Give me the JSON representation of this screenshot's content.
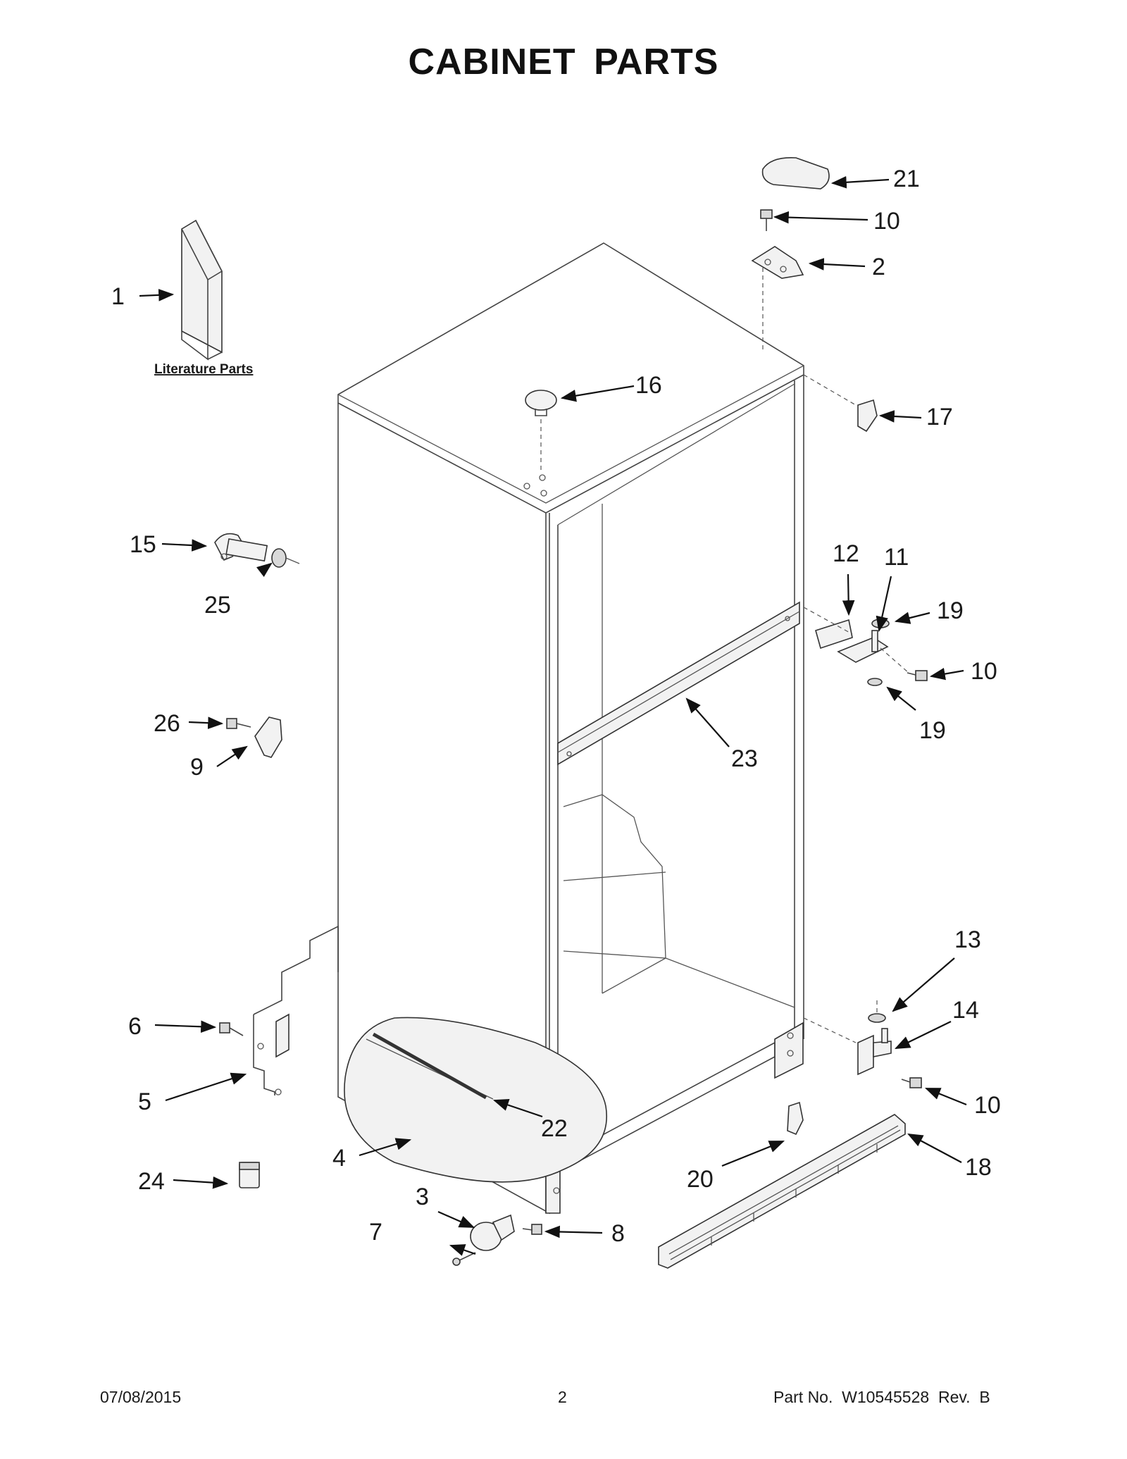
{
  "title": "CABINET PARTS",
  "literature_label": "Literature Parts",
  "callouts": {
    "c1": "1",
    "c2": "2",
    "c3": "3",
    "c4": "4",
    "c5": "5",
    "c6": "6",
    "c7": "7",
    "c8": "8",
    "c9": "9",
    "c10a": "10",
    "c10b": "10",
    "c10c": "10",
    "c11": "11",
    "c12": "12",
    "c13": "13",
    "c14": "14",
    "c15": "15",
    "c16": "16",
    "c17": "17",
    "c18": "18",
    "c19a": "19",
    "c19b": "19",
    "c20": "20",
    "c21": "21",
    "c22": "22",
    "c23": "23",
    "c24": "24",
    "c25": "25",
    "c26": "26"
  },
  "footer": {
    "date": "07/08/2015",
    "page": "2",
    "part_no": "Part No.  W10545528  Rev.  B"
  }
}
